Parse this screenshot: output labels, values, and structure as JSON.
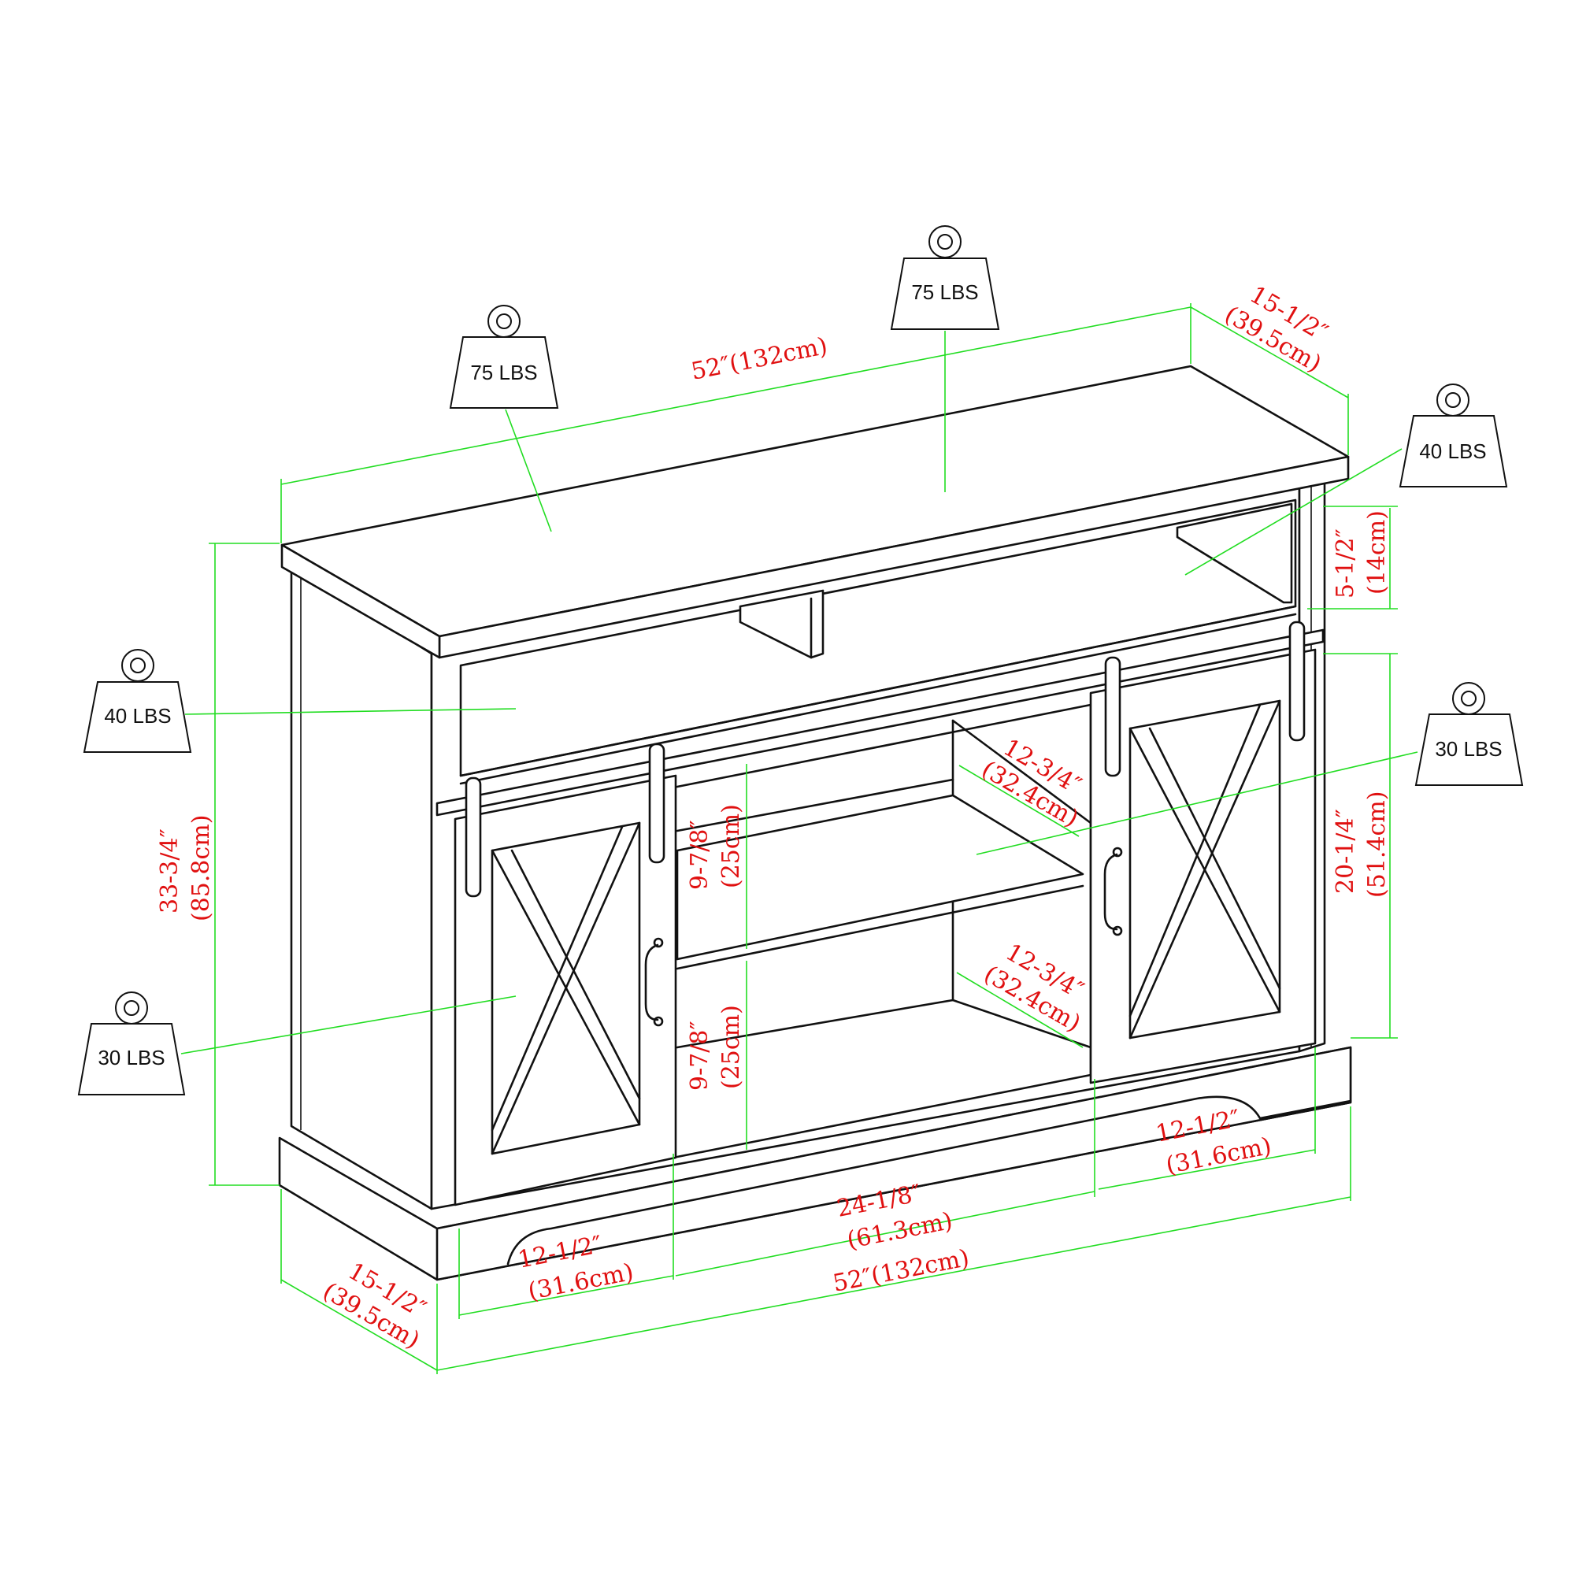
{
  "weight_labels": {
    "top_center": "75 LBS",
    "top_left": "75 LBS",
    "top_right_shelf": "40 LBS",
    "left_shelf": "40 LBS",
    "left_cabinet": "30 LBS",
    "right_cabinet": "30 LBS"
  },
  "dimensions": {
    "top_width": {
      "in": "52″",
      "cm": "(132cm)"
    },
    "top_depth": {
      "in": "15-1/2″",
      "cm": "(39.5cm)"
    },
    "overall_height": {
      "in": "33-3/4″",
      "cm": "(85.8cm)"
    },
    "open_shelf_height": {
      "in": "5-1/2″",
      "cm": "(14cm)"
    },
    "cabinet_height": {
      "in": "20-1/4″",
      "cm": "(51.4cm)"
    },
    "upper_shelf_depth": {
      "in": "12-3/4″",
      "cm": "(32.4cm)"
    },
    "lower_shelf_depth": {
      "in": "12-3/4″",
      "cm": "(32.4cm)"
    },
    "upper_shelf_height": {
      "in": "9-7/8″",
      "cm": "(25cm)"
    },
    "lower_shelf_height": {
      "in": "9-7/8″",
      "cm": "(25cm)"
    },
    "left_door_width": {
      "in": "12-1/2″",
      "cm": "(31.6cm)"
    },
    "center_opening_width": {
      "in": "24-1/8″",
      "cm": "(61.3cm)"
    },
    "right_door_width": {
      "in": "12-1/2″",
      "cm": "(31.6cm)"
    },
    "base_width": {
      "in": "52″",
      "cm": "(132cm)"
    },
    "base_depth": {
      "in": "15-1/2″",
      "cm": "(39.5cm)"
    }
  },
  "colors": {
    "dimension_lines": "#22dd22",
    "dimension_text": "#e01010",
    "outline": "#111111"
  }
}
